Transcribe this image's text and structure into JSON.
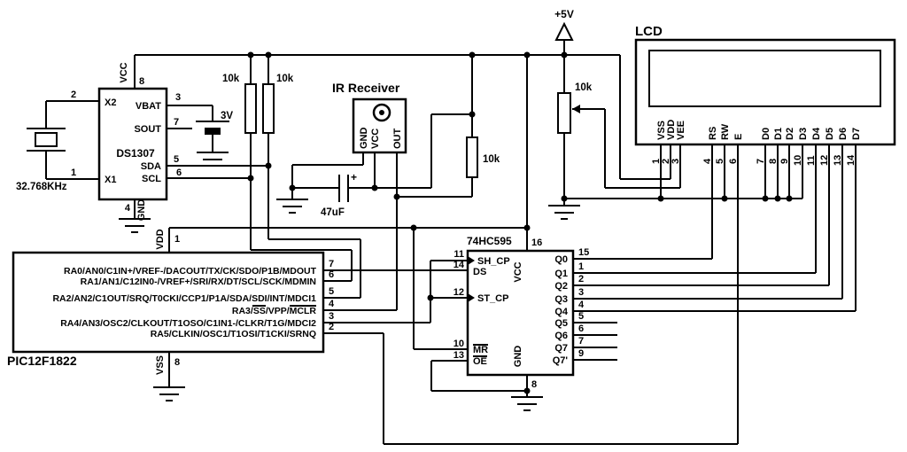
{
  "power": {
    "plus5v": "+5V"
  },
  "crystal": {
    "value": "32.768KHz",
    "x2_num": "2",
    "x1_num": "1"
  },
  "battery": {
    "value": "3V"
  },
  "resistors": {
    "pullup_scl": "10k",
    "pullup_sda": "10k",
    "pullup_ir": "10k",
    "pot": "10k"
  },
  "capacitor": {
    "value": "47uF",
    "polarity": "+"
  },
  "ds1307": {
    "name": "DS1307",
    "pins": {
      "vcc": {
        "label": "VCC",
        "num": "8"
      },
      "gnd": {
        "label": "GND",
        "num": "4"
      },
      "x2": {
        "label": "X2"
      },
      "x1": {
        "label": "X1"
      },
      "vbat": {
        "label": "VBAT",
        "num": "3"
      },
      "sout": {
        "label": "SOUT",
        "num": "7"
      },
      "sda": {
        "label": "SDA",
        "num": "5"
      },
      "scl": {
        "label": "SCL",
        "num": "6"
      }
    }
  },
  "ir": {
    "title": "IR Receiver",
    "pins": {
      "gnd": "GND",
      "vcc": "VCC",
      "out": "OUT"
    }
  },
  "pic": {
    "name": "PIC12F1822",
    "vdd": {
      "label": "VDD",
      "num": "1"
    },
    "vss": {
      "label": "VSS",
      "num": "8"
    },
    "rows": [
      {
        "num": "7",
        "label": "RA0/AN0/C1IN+/VREF-/DACOUT/TX/CK/SDO/P1B/MDOUT"
      },
      {
        "num": "6",
        "label": "RA1/AN1/C12IN0-/VREF+/SRI/RX/DT/SCL/SCK/MDMIN"
      },
      {
        "num": "5",
        "label": "RA2/AN2/C1OUT/SRQ/T0CKI/CCP1/P1A/SDA/SDI/INT/MDCI1"
      },
      {
        "num": "4",
        "label": "RA3/SS/VPP/MCLR"
      },
      {
        "num": "3",
        "label": "RA4/AN3/OSC2/CLKOUT/T1OSO/C1IN1-/CLKR/T1G/MDCI2"
      },
      {
        "num": "2",
        "label": "RA5/CLKIN/OSC1/T1OSI/T1CKI/SRNQ"
      }
    ]
  },
  "sr595": {
    "name": "74HC595",
    "vcc": {
      "label": "VCC",
      "num": "16"
    },
    "gnd": {
      "label": "GND",
      "num": "8"
    },
    "left": [
      {
        "label": "SH_CP",
        "num": "11"
      },
      {
        "label": "DS",
        "num": "14"
      },
      {
        "label": "ST_CP",
        "num": "12"
      },
      {
        "label": "MR",
        "num": "10"
      },
      {
        "label": "OE",
        "num": "13"
      }
    ],
    "right": [
      {
        "label": "Q0",
        "num": "15"
      },
      {
        "label": "Q1",
        "num": "1"
      },
      {
        "label": "Q2",
        "num": "2"
      },
      {
        "label": "Q3",
        "num": "3"
      },
      {
        "label": "Q4",
        "num": "4"
      },
      {
        "label": "Q5",
        "num": "5"
      },
      {
        "label": "Q6",
        "num": "6"
      },
      {
        "label": "Q7",
        "num": "7"
      },
      {
        "label": "Q7'",
        "num": "9"
      }
    ]
  },
  "lcd": {
    "title": "LCD",
    "pins": [
      {
        "label": "VSS",
        "num": "1"
      },
      {
        "label": "VDD",
        "num": "2"
      },
      {
        "label": "VEE",
        "num": "3"
      },
      {
        "label": "RS",
        "num": "4"
      },
      {
        "label": "RW",
        "num": "5"
      },
      {
        "label": "E",
        "num": "6"
      },
      {
        "label": "D0",
        "num": "7"
      },
      {
        "label": "D1",
        "num": "8"
      },
      {
        "label": "D2",
        "num": "9"
      },
      {
        "label": "D3",
        "num": "10"
      },
      {
        "label": "D4",
        "num": "11"
      },
      {
        "label": "D5",
        "num": "12"
      },
      {
        "label": "D6",
        "num": "13"
      },
      {
        "label": "D7",
        "num": "14"
      }
    ]
  }
}
